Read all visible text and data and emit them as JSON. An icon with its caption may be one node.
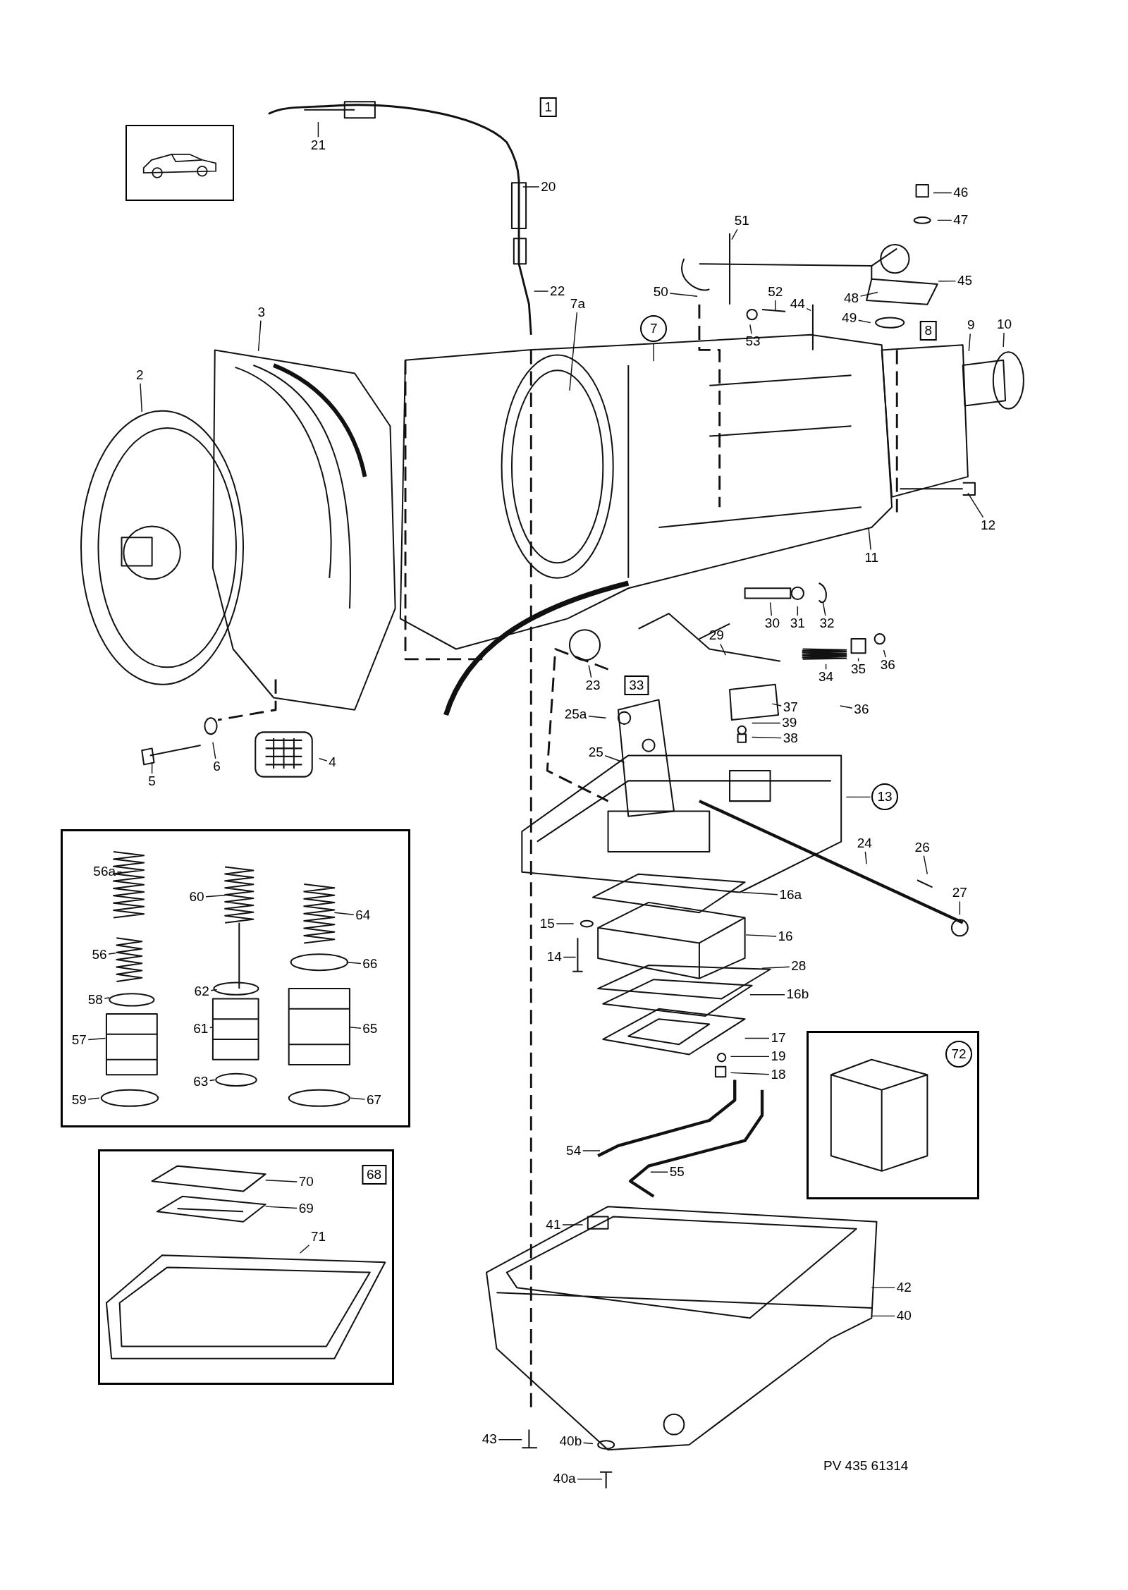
{
  "diagram": {
    "nodes": [
      {
        "text": [],
        "shape": "picture"
      },
      {
        "text": [
          "1"
        ]
      },
      {
        "text": [
          "21"
        ]
      },
      {
        "text": [
          "20"
        ]
      },
      {
        "text": [
          "22"
        ]
      },
      {
        "text": [
          "51"
        ]
      },
      {
        "text": [
          "46"
        ]
      },
      {
        "text": [
          "47"
        ]
      },
      {
        "text": [
          "45"
        ]
      },
      {
        "text": [
          "50"
        ]
      },
      {
        "text": [
          "52"
        ]
      },
      {
        "text": [
          "44"
        ]
      },
      {
        "text": [
          "48"
        ]
      },
      {
        "text": [
          "7a"
        ]
      },
      {
        "text": [
          "3"
        ]
      },
      {
        "text": [
          "7"
        ]
      },
      {
        "text": [
          "49"
        ]
      },
      {
        "text": [
          "53"
        ]
      },
      {
        "text": [
          "8"
        ]
      },
      {
        "text": [
          "9"
        ]
      },
      {
        "text": [
          "10"
        ]
      },
      {
        "text": [
          "2"
        ]
      },
      {
        "text": [
          "12"
        ]
      },
      {
        "text": [
          "11"
        ]
      },
      {
        "text": [
          "30"
        ]
      },
      {
        "text": [
          "31"
        ]
      },
      {
        "text": [
          "32"
        ]
      },
      {
        "text": [
          "29"
        ]
      },
      {
        "text": [
          "34"
        ]
      },
      {
        "text": [
          "35"
        ]
      },
      {
        "text": [
          "36"
        ]
      },
      {
        "text": [
          "23"
        ]
      },
      {
        "text": [
          "33"
        ]
      },
      {
        "text": [
          "25a"
        ]
      },
      {
        "text": [
          "36"
        ]
      },
      {
        "text": [
          "37"
        ]
      },
      {
        "text": [
          "39"
        ]
      },
      {
        "text": [
          "38"
        ]
      },
      {
        "text": [
          "25"
        ]
      },
      {
        "text": [
          "4"
        ]
      },
      {
        "text": [
          "6"
        ]
      },
      {
        "text": [
          "5"
        ]
      },
      {
        "text": [
          "13"
        ]
      },
      {
        "text": [],
        "shape": "box"
      },
      {
        "text": [
          "56a"
        ],
        "in": 43
      },
      {
        "text": [
          "60"
        ],
        "in": 43
      },
      {
        "text": [
          "64"
        ],
        "in": 43
      },
      {
        "text": [
          "24"
        ]
      },
      {
        "text": [
          "26"
        ]
      },
      {
        "text": [
          "16a"
        ]
      },
      {
        "text": [
          "27"
        ]
      },
      {
        "text": [
          "15"
        ]
      },
      {
        "text": [
          "16"
        ]
      },
      {
        "text": [
          "56"
        ],
        "in": 43
      },
      {
        "text": [
          "66"
        ],
        "in": 43
      },
      {
        "text": [
          "14"
        ]
      },
      {
        "text": [
          "28"
        ]
      },
      {
        "text": [
          "62"
        ],
        "in": 43
      },
      {
        "text": [
          "58"
        ],
        "in": 43
      },
      {
        "text": [
          "16b"
        ]
      },
      {
        "text": [
          "57"
        ],
        "in": 43
      },
      {
        "text": [
          "61"
        ],
        "in": 43
      },
      {
        "text": [
          "65"
        ],
        "in": 43
      },
      {
        "text": [
          "17"
        ]
      },
      {
        "text": [],
        "shape": "box"
      },
      {
        "text": [
          "72"
        ],
        "in": 64
      },
      {
        "text": [
          "19"
        ]
      },
      {
        "text": [
          "18"
        ]
      },
      {
        "text": [
          "59"
        ],
        "in": 43
      },
      {
        "text": [
          "63"
        ],
        "in": 43
      },
      {
        "text": [
          "67"
        ],
        "in": 43
      },
      {
        "text": [
          "54"
        ]
      },
      {
        "text": [],
        "shape": "box"
      },
      {
        "text": [
          "68"
        ],
        "in": 72
      },
      {
        "text": [
          "70"
        ],
        "in": 72
      },
      {
        "text": [
          "55"
        ]
      },
      {
        "text": [
          "69"
        ],
        "in": 72
      },
      {
        "text": [
          "71"
        ],
        "in": 72
      },
      {
        "text": [
          "41"
        ]
      },
      {
        "text": [
          "42"
        ]
      },
      {
        "text": [
          "40"
        ]
      },
      {
        "text": [
          "43"
        ]
      },
      {
        "text": [
          "40b"
        ]
      },
      {
        "text": [
          "40a"
        ]
      }
    ],
    "edges": [
      {
        "from": 2,
        "to": null,
        "arrow": "none"
      },
      {
        "from": 3,
        "to": null,
        "arrow": "none"
      },
      {
        "from": 4,
        "to": null,
        "arrow": "none"
      },
      {
        "from": 5,
        "to": null,
        "arrow": "none"
      },
      {
        "from": 6,
        "to": null,
        "arrow": "none"
      },
      {
        "from": 7,
        "to": null,
        "arrow": "none"
      },
      {
        "from": 8,
        "to": null,
        "arrow": "none"
      },
      {
        "from": 9,
        "to": null,
        "arrow": "none"
      },
      {
        "from": 10,
        "to": null,
        "arrow": "none"
      },
      {
        "from": 11,
        "to": null,
        "arrow": "none"
      },
      {
        "from": 12,
        "to": null,
        "arrow": "none"
      },
      {
        "from": 13,
        "to": null,
        "arrow": "none"
      },
      {
        "from": 14,
        "to": null,
        "arrow": "none"
      },
      {
        "from": 15,
        "to": null,
        "arrow": "none"
      },
      {
        "from": 16,
        "to": null,
        "arrow": "none"
      },
      {
        "from": 17,
        "to": null,
        "arrow": "none"
      },
      {
        "from": 19,
        "to": null,
        "arrow": "none"
      },
      {
        "from": 20,
        "to": null,
        "arrow": "none"
      },
      {
        "from": 21,
        "to": null,
        "arrow": "none"
      },
      {
        "from": 22,
        "to": null,
        "arrow": "none"
      },
      {
        "from": 23,
        "to": null,
        "arrow": "none"
      },
      {
        "from": 24,
        "to": null,
        "arrow": "none"
      },
      {
        "from": 25,
        "to": null,
        "arrow": "none"
      },
      {
        "from": 26,
        "to": null,
        "arrow": "none"
      },
      {
        "from": 27,
        "to": null,
        "arrow": "none"
      },
      {
        "from": 28,
        "to": null,
        "arrow": "none"
      },
      {
        "from": 29,
        "to": null,
        "arrow": "none"
      },
      {
        "from": 30,
        "to": null,
        "arrow": "none"
      },
      {
        "from": 31,
        "to": null,
        "arrow": "none"
      },
      {
        "from": 33,
        "to": null,
        "arrow": "none"
      },
      {
        "from": 34,
        "to": null,
        "arrow": "none"
      },
      {
        "from": 35,
        "to": null,
        "arrow": "none"
      },
      {
        "from": 36,
        "to": null,
        "arrow": "none"
      },
      {
        "from": 37,
        "to": null,
        "arrow": "none"
      },
      {
        "from": 38,
        "to": null,
        "arrow": "none"
      },
      {
        "from": 39,
        "to": null,
        "arrow": "none"
      },
      {
        "from": 40,
        "to": null,
        "arrow": "none"
      },
      {
        "from": 41,
        "to": null,
        "arrow": "none"
      },
      {
        "from": 42,
        "to": null,
        "arrow": "none"
      },
      {
        "from": 44,
        "to": null,
        "arrow": "none"
      },
      {
        "from": 45,
        "to": null,
        "arrow": "none"
      },
      {
        "from": 46,
        "to": null,
        "arrow": "none"
      },
      {
        "from": 47,
        "to": null,
        "arrow": "none"
      },
      {
        "from": 48,
        "to": null,
        "arrow": "none"
      },
      {
        "from": 49,
        "to": null,
        "arrow": "none"
      },
      {
        "from": 50,
        "to": null,
        "arrow": "none"
      },
      {
        "from": 51,
        "to": null,
        "arrow": "none"
      },
      {
        "from": 52,
        "to": null,
        "arrow": "none"
      },
      {
        "from": 53,
        "to": null,
        "arrow": "none"
      },
      {
        "from": 54,
        "to": null,
        "arrow": "none"
      },
      {
        "from": 55,
        "to": null,
        "arrow": "none"
      },
      {
        "from": 56,
        "to": null,
        "arrow": "none"
      },
      {
        "from": 57,
        "to": null,
        "arrow": "none"
      },
      {
        "from": 58,
        "to": null,
        "arrow": "none"
      },
      {
        "from": 59,
        "to": null,
        "arrow": "none"
      },
      {
        "from": 60,
        "to": null,
        "arrow": "none"
      },
      {
        "from": 61,
        "to": null,
        "arrow": "none"
      },
      {
        "from": 62,
        "to": null,
        "arrow": "none"
      },
      {
        "from": 63,
        "to": null,
        "arrow": "none"
      },
      {
        "from": 66,
        "to": null,
        "arrow": "none"
      },
      {
        "from": 67,
        "to": null,
        "arrow": "none"
      },
      {
        "from": 68,
        "to": null,
        "arrow": "none"
      },
      {
        "from": 69,
        "to": null,
        "arrow": "none"
      },
      {
        "from": 70,
        "to": null,
        "arrow": "none"
      },
      {
        "from": 71,
        "to": null,
        "arrow": "none"
      },
      {
        "from": 74,
        "to": null,
        "arrow": "none"
      },
      {
        "from": 75,
        "to": null,
        "arrow": "none"
      },
      {
        "from": 76,
        "to": null,
        "arrow": "none"
      },
      {
        "from": 77,
        "to": null,
        "arrow": "none"
      },
      {
        "from": 78,
        "to": null,
        "arrow": "none"
      },
      {
        "from": 79,
        "to": null,
        "arrow": "none"
      },
      {
        "from": 80,
        "to": null,
        "arrow": "none"
      },
      {
        "from": 81,
        "to": null,
        "arrow": "none"
      },
      {
        "from": 82,
        "to": null,
        "arrow": "none"
      },
      {
        "from": 83,
        "to": null,
        "arrow": "none"
      }
    ],
    "labels": [
      "PV 435 61314"
    ]
  }
}
